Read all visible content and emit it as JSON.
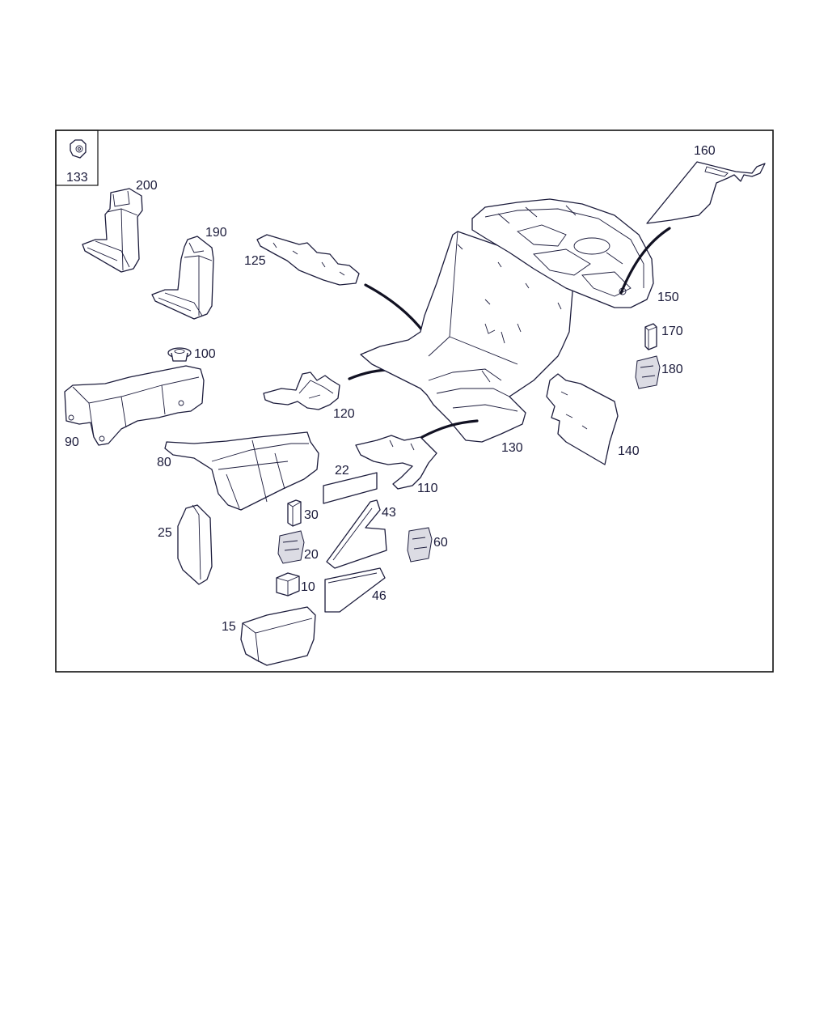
{
  "callouts": {
    "p133": "133",
    "p200": "200",
    "p190": "190",
    "p125": "125",
    "p100": "100",
    "p90": "90",
    "p80": "80",
    "p120": "120",
    "p130": "130",
    "p110": "110",
    "p22": "22",
    "p30": "30",
    "p43": "43",
    "p25": "25",
    "p20": "20",
    "p60": "60",
    "p10": "10",
    "p46": "46",
    "p15": "15",
    "p140": "140",
    "p150": "150",
    "p160": "160",
    "p170": "170",
    "p180": "180"
  },
  "colors": {
    "line": "#1c1c3c",
    "label": "#1a1a3a",
    "frame": "#111111"
  }
}
